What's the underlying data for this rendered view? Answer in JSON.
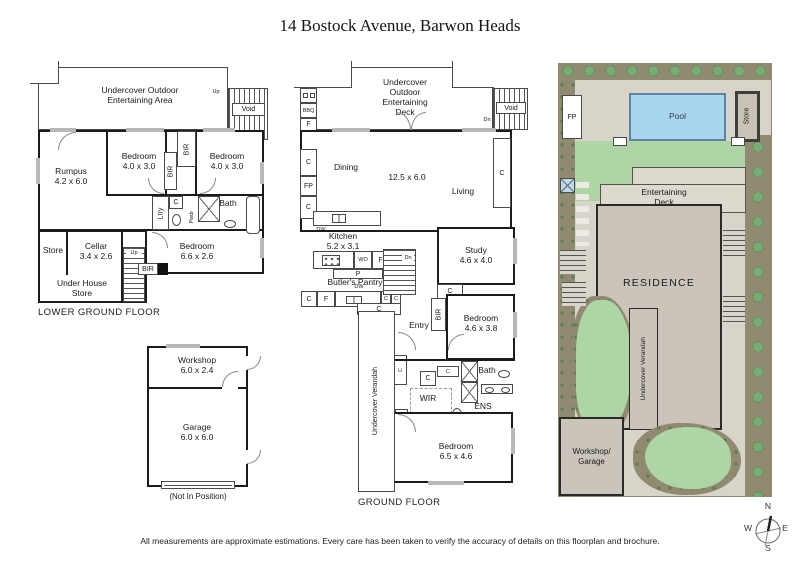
{
  "title": "14 Bostock Avenue, Barwon Heads",
  "disclaimer": "All measurements are approximate estimations. Every care has been taken to verify the accuracy of details on this floorplan and brochure.",
  "abbr": {
    "c": "C",
    "f": "F",
    "fp": "FP",
    "p": "P",
    "wo": "WO",
    "dw": "DW",
    "bir": "BIR",
    "bbq": "BBQ",
    "void": "Void",
    "up": "Up",
    "dn": "Dn",
    "ltry": "Ltry",
    "pwdr": "Pwdr",
    "wir": "WIR",
    "ens": "ENS",
    "bath": "Bath",
    "entry": "Entry"
  },
  "lower_ground_floor": {
    "floor_label": "LOWER GROUND FLOOR",
    "outdoor_area": "Undercover Outdoor Entertaining Area",
    "rumpus": {
      "name": "Rumpus",
      "dims": "4.2 x 6.0"
    },
    "bedroom_left": {
      "name": "Bedroom",
      "dims": "4.0 x 3.0"
    },
    "bedroom_right": {
      "name": "Bedroom",
      "dims": "4.0 x 3.0"
    },
    "bedroom_long": {
      "name": "Bedroom",
      "dims": "6.6 x 2.6"
    },
    "cellar": {
      "name": "Cellar",
      "dims": "3.4 x 2.6"
    },
    "store": "Store",
    "under_house_store": "Under House Store"
  },
  "ground_floor": {
    "floor_label": "GROUND FLOOR",
    "outdoor_deck": "Undercover Outdoor Entertaining Deck",
    "dining": "Dining",
    "living": "Living",
    "great_room_dims": "12.5 x 6.0",
    "kitchen": {
      "name": "Kitchen",
      "dims": "5.2 x 3.1"
    },
    "butlers_pantry": "Butler's Pantry",
    "study": {
      "name": "Study",
      "dims": "4.6 x 4.0"
    },
    "bedroom_mid": {
      "name": "Bedroom",
      "dims": "4.6 x 3.8"
    },
    "bedroom_main": {
      "name": "Bedroom",
      "dims": "6.5 x 4.6"
    },
    "verandah": "Undercover Verandah"
  },
  "garage_building": {
    "workshop": {
      "name": "Workshop",
      "dims": "6.0 x 2.4"
    },
    "garage": {
      "name": "Garage",
      "dims": "6.0 x 6.0"
    },
    "note": "(Not In Position)"
  },
  "site_plan": {
    "pool": "Pool",
    "fp": "FP",
    "store": "Store",
    "entertaining_deck": "Entertaining Deck",
    "residence": "RESIDENCE",
    "verandah": "Undercover Verandah",
    "workshop_garage": "Workshop/ Garage",
    "colors": {
      "paving": "#d8d4ca",
      "lawn": "#aed5a6",
      "garden_bed": "#8f8a70",
      "tree": "#79ab74",
      "pool_water": "#a9d4ee",
      "building": "#cbc4ba",
      "deck": "#dedad0"
    }
  },
  "compass": {
    "n": "N",
    "e": "E",
    "s": "S",
    "w": "W"
  }
}
